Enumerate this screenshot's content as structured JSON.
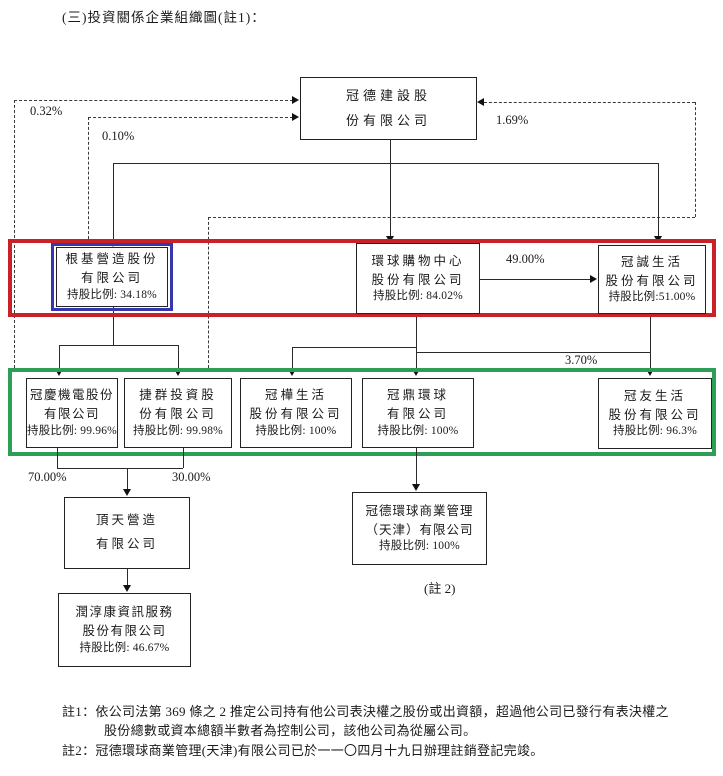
{
  "title": "(三)投資關係企業組織圖(註1)：",
  "nodes": {
    "parent": {
      "lines": [
        "冠德建設股",
        "份有限公司"
      ]
    },
    "kedge": {
      "lines": [
        "根基營造股份",
        "有限公司",
        "持股比例: 34.18%"
      ]
    },
    "globalmall": {
      "lines": [
        "環球購物中心",
        "股份有限公司",
        "持股比例: 84.02%"
      ]
    },
    "guancheng": {
      "lines": [
        "冠誠生活",
        "股份有限公司",
        "持股比例:51.00%"
      ]
    },
    "guanqing": {
      "lines": [
        "冠慶機電股份",
        "有限公司",
        "持股比例: 99.96%"
      ]
    },
    "jiequn": {
      "lines": [
        "捷群投資股",
        "份有限公司",
        "持股比例: 99.98%"
      ]
    },
    "guanhua": {
      "lines": [
        "冠樺生活",
        "股份有限公司",
        "持股比例: 100%"
      ]
    },
    "guanding": {
      "lines": [
        "冠鼎環球",
        "有限公司",
        "持股比例: 100%"
      ]
    },
    "guanyou": {
      "lines": [
        "冠友生活",
        "股份有限公司",
        "持股比例: 96.3%"
      ]
    },
    "dingtian": {
      "lines": [
        "頂天營造",
        "有限公司"
      ]
    },
    "runchunkang": {
      "lines": [
        "潤淳康資訊服務",
        "股份有限公司",
        "持股比例: 46.67%"
      ]
    },
    "tianjin": {
      "lines": [
        "冠德環球商業管理",
        "（天津）有限公司",
        "持股比例: 100%"
      ]
    }
  },
  "edges": {
    "pct_032": "0.32%",
    "pct_010": "0.10%",
    "pct_169": "1.69%",
    "pct_49": "49.00%",
    "pct_37": "3.70%",
    "pct_70": "70.00%",
    "pct_30": "30.00%"
  },
  "annotations": {
    "note2_ref": "(註 2)"
  },
  "notes": {
    "n1_line1": "註1：依公司法第 369 條之 2 推定公司持有他公司表決權之股份或出資額，超過他公司已發行有表決權之",
    "n1_line2": "股份總數或資本總額半數者為控制公司，該他公司為從屬公司。",
    "n2": "註2：冠德環球商業管理(天津)有限公司已於一一〇四月十九日辦理註銷登記完竣。"
  },
  "colors": {
    "group_red": "#c92128",
    "group_green": "#2e9e57",
    "highlight_blue": "#3636ae"
  }
}
